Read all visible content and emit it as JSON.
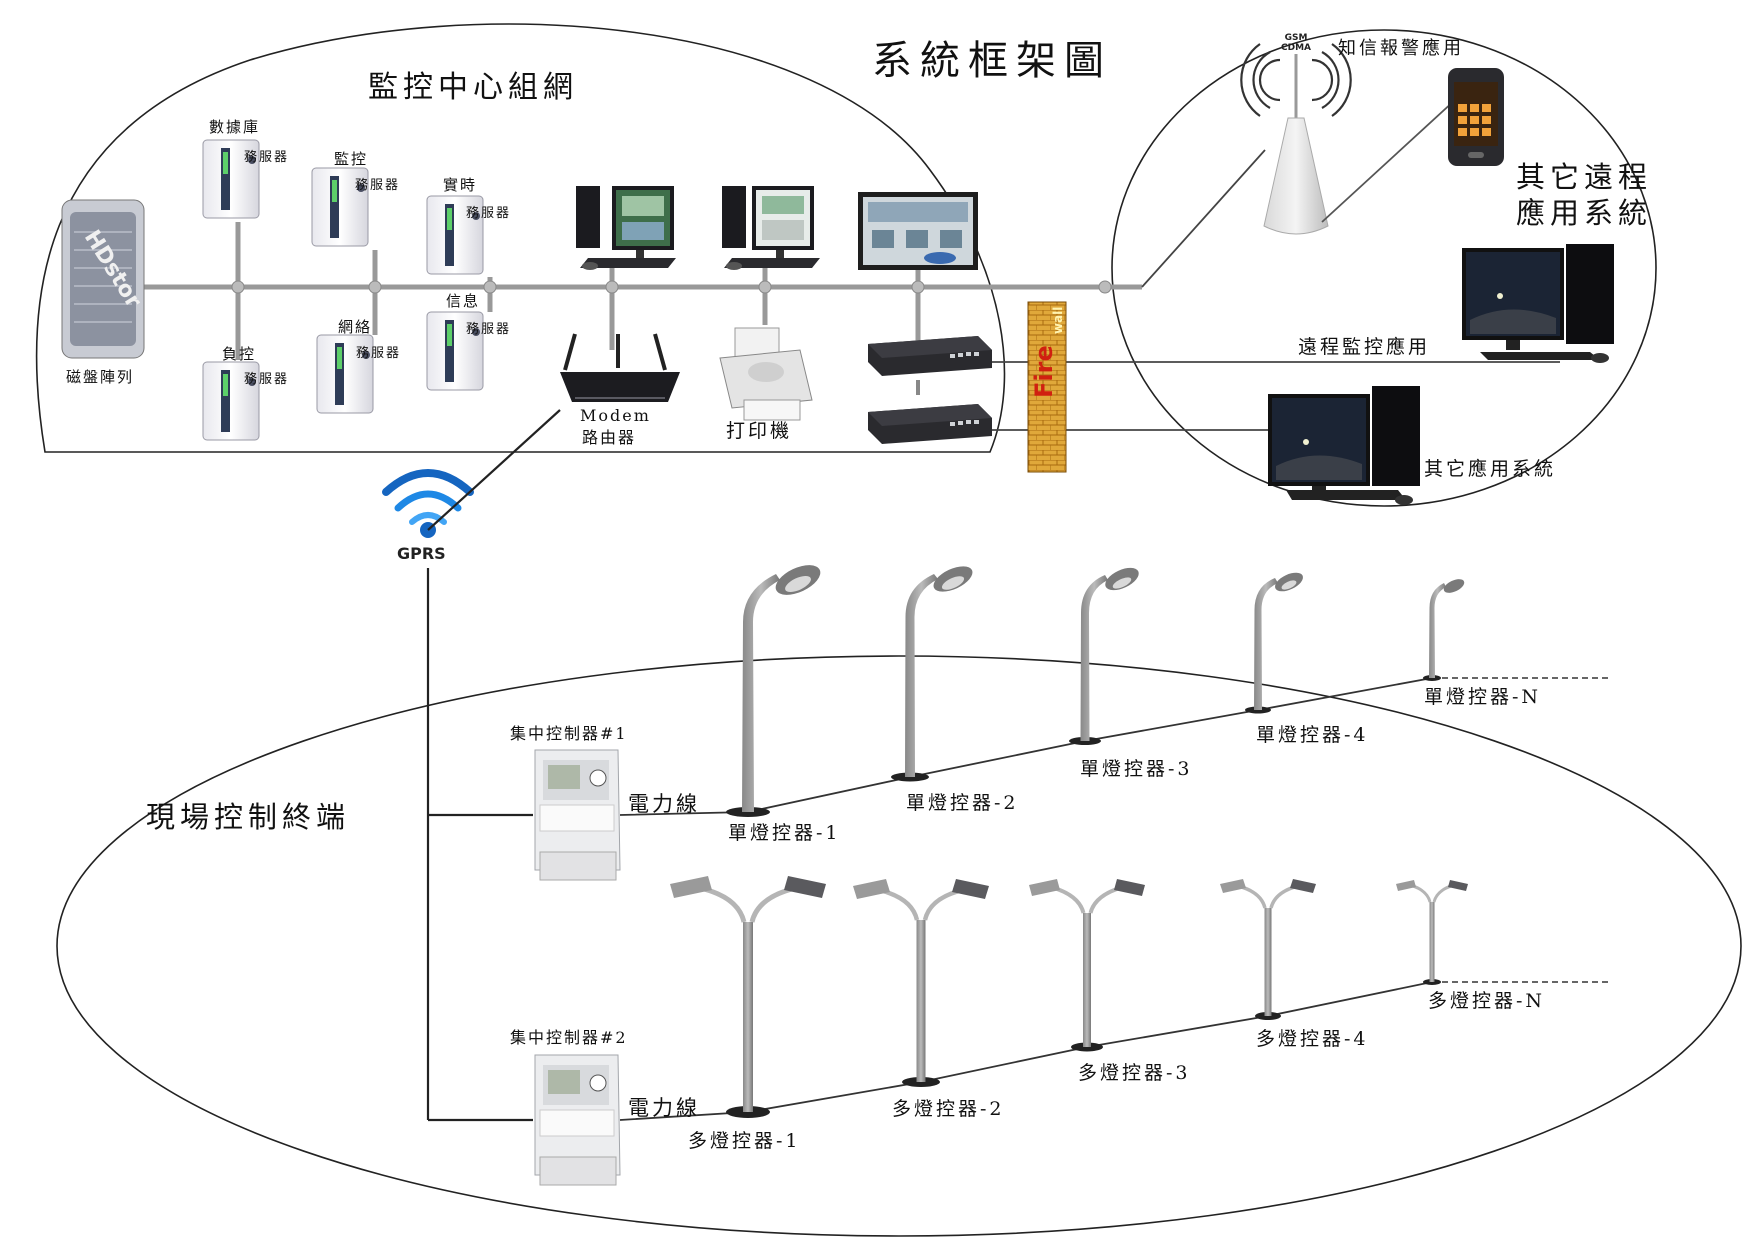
{
  "title": "系統框架圖",
  "monitor_center": {
    "title": "監控中心組網",
    "disk_array": "磁盤陣列",
    "disk_brand": "HDstor",
    "servers": [
      {
        "top": "數據庫",
        "label": "務服器"
      },
      {
        "top": "監控",
        "label": "務服器"
      },
      {
        "top": "實時",
        "label": "務服器"
      },
      {
        "top": "負控",
        "label": "務服器"
      },
      {
        "top": "網絡",
        "label": "務服器"
      },
      {
        "top": "信息",
        "label": "務服器"
      }
    ],
    "router_lines": [
      "Modem",
      "路由器"
    ],
    "printer": "打印機",
    "firewall_text": "Fire",
    "firewall_sub": "wall"
  },
  "remote": {
    "tower_text": [
      "GSM",
      "CDMA"
    ],
    "sms_alarm": "知信報警應用",
    "other_remote": [
      "其它遠程",
      "應用系統"
    ],
    "remote_monitor": "遠程監控應用",
    "other_system": "其它應用系統"
  },
  "gprs": "GPRS",
  "field": {
    "title": "現場控制終端",
    "controller1": "集中控制器#1",
    "controller2": "集中控制器#2",
    "power_line": "電力線",
    "single": [
      "單燈控器-1",
      "單燈控器-2",
      "單燈控器-3",
      "單燈控器-4",
      "單燈控器-N"
    ],
    "multi": [
      "多燈控器-1",
      "多燈控器-2",
      "多燈控器-3",
      "多燈控器-4",
      "多燈控器-N"
    ]
  }
}
